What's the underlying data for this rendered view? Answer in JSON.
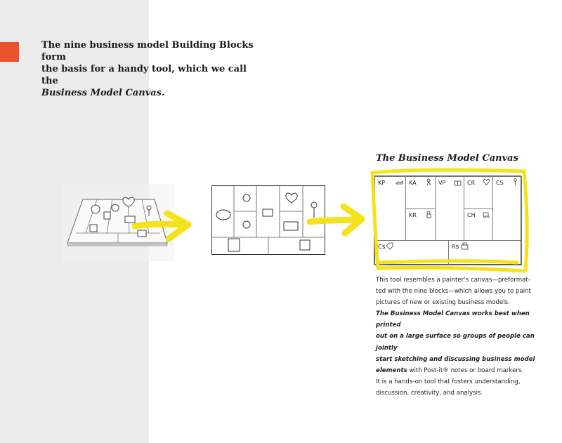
{
  "intro": {
    "line1": "The nine business model Building Blocks form",
    "line2": "the basis for a handy tool, which we call the",
    "line3": "Business Model Canvas."
  },
  "canvas": {
    "title": "The Business Model Canvas",
    "blocks": {
      "kp": "KP",
      "ka": "KA",
      "vp": "VP",
      "cr": "CR",
      "cs": "CS",
      "kr": "KR",
      "ch": "CH",
      "cost": "C$",
      "rev": "R$"
    }
  },
  "description": {
    "l1": "This tool resembles a painter’s canvas—preformat-",
    "l2": "ted with the nine blocks—which allows you to paint",
    "l3": "pictures of new or existing business models.",
    "e1": "The Business Model Canvas works best when printed",
    "e2": "out on a large surface so groups of people can jointly",
    "e3": "start sketching and discussing business model",
    "e4": "elements",
    "e4_tail": " with Post-it® notes or board markers.",
    "l5": "It is a hands-on tool that fosters understanding,",
    "l6": "discussion, creativity, and analysis."
  },
  "colors": {
    "accent_orange": "#e8522d",
    "highlight_yellow": "#f5e21b",
    "band_gray": "#ebebeb"
  }
}
